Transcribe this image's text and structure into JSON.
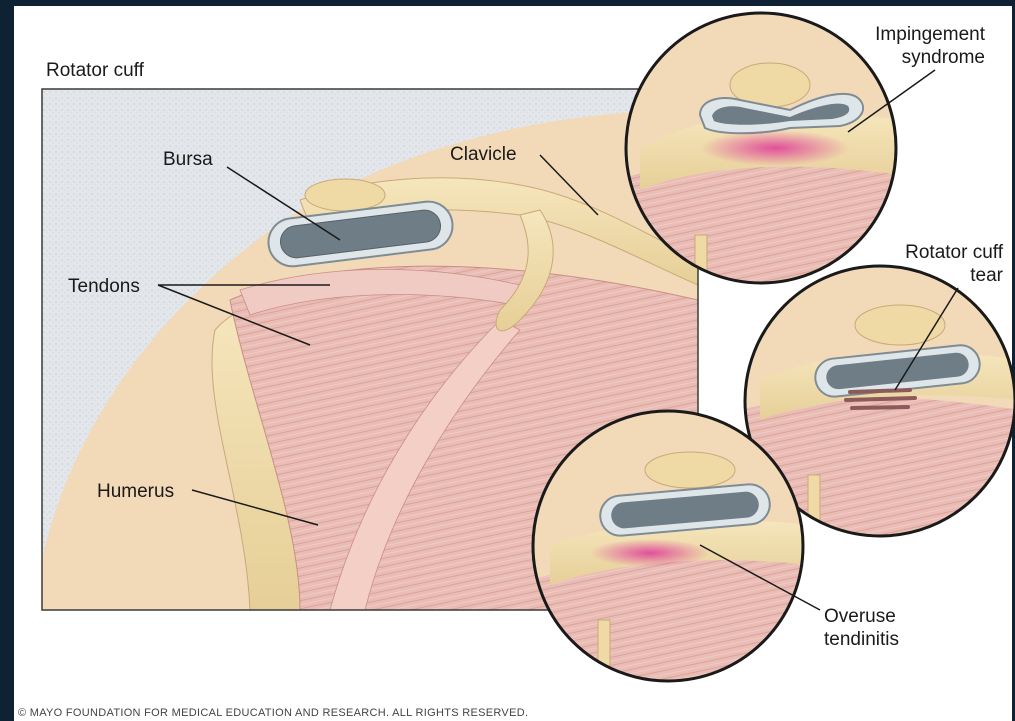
{
  "figure": {
    "title": "Rotator cuff",
    "copyright": "© MAYO FOUNDATION FOR MEDICAL EDUCATION AND RESEARCH. ALL RIGHTS RESERVED."
  },
  "labels": {
    "bursa": "Bursa",
    "clavicle": "Clavicle",
    "tendons": "Tendons",
    "humerus": "Humerus"
  },
  "insets": {
    "impingement": {
      "line1": "Impingement",
      "line2": "syndrome"
    },
    "tear": {
      "line1": "Rotator cuff",
      "line2": "tear"
    },
    "tendinitis": {
      "line1": "Overuse",
      "line2": "tendinitis"
    }
  },
  "colors": {
    "frame": "#0f2233",
    "panel": "#ffffff",
    "backdrop": "#dfe3e8",
    "skin": "#f2d9b8",
    "muscle": "#e8b6b0",
    "bone": "#efdcae",
    "bursa_fill": "#6f7d86",
    "inflammation": "#e0489a"
  }
}
